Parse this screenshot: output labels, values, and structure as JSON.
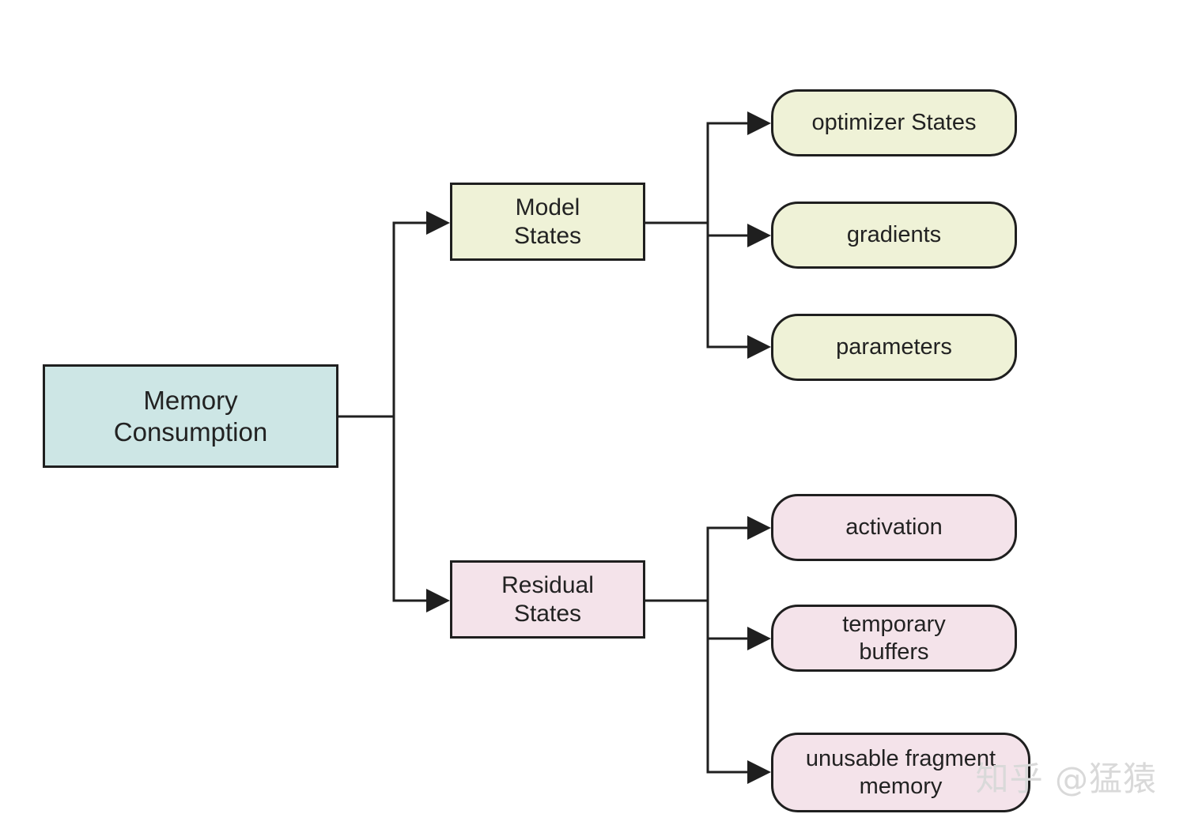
{
  "colors": {
    "root_fill": "#cde6e5",
    "model_fill": "#eff2d7",
    "residual_fill": "#f4e3ea",
    "stroke": "#1f1f1f"
  },
  "root": {
    "label": "Memory\nConsumption"
  },
  "groups": [
    {
      "label": "Model\nStates",
      "children": [
        {
          "label": "optimizer States"
        },
        {
          "label": "gradients"
        },
        {
          "label": "parameters"
        }
      ]
    },
    {
      "label": "Residual\nStates",
      "children": [
        {
          "label": "activation"
        },
        {
          "label": "temporary\nbuffers"
        },
        {
          "label": "unusable fragment\nmemory"
        }
      ]
    }
  ],
  "watermark": {
    "text": "知乎 @猛猿"
  }
}
